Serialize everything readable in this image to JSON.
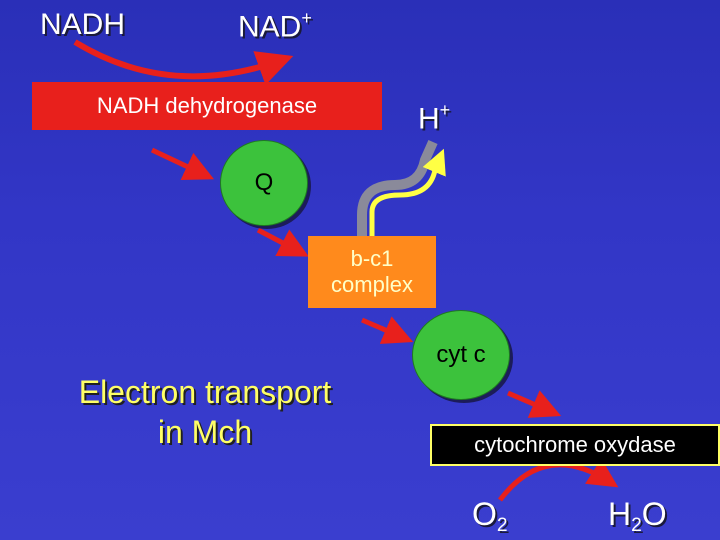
{
  "labels": {
    "nadh": "NADH",
    "nad_base": "NAD",
    "nad_sup": "+",
    "h_base": "H",
    "h_sup": "+",
    "o2_base": "O",
    "o2_sub": "2",
    "h2o_h": "H",
    "h2o_sub": "2",
    "h2o_o": "O"
  },
  "nodes": {
    "nadh_dehydrogenase": "NADH dehydrogenase",
    "q": "Q",
    "bc1_line1": "b-c1",
    "bc1_line2": "complex",
    "cyt_c": "cyt c",
    "cytochrome_oxydase": "cytochrome oxydase"
  },
  "caption": {
    "line1": "Electron transport",
    "line2": "in Mch"
  },
  "colors": {
    "background": "#3236c6",
    "arrow": "#e8201c",
    "red_box": "#e8201c",
    "green_circle": "#3cc23c",
    "orange_box": "#ff8a1c",
    "caption": "#ffff66"
  }
}
